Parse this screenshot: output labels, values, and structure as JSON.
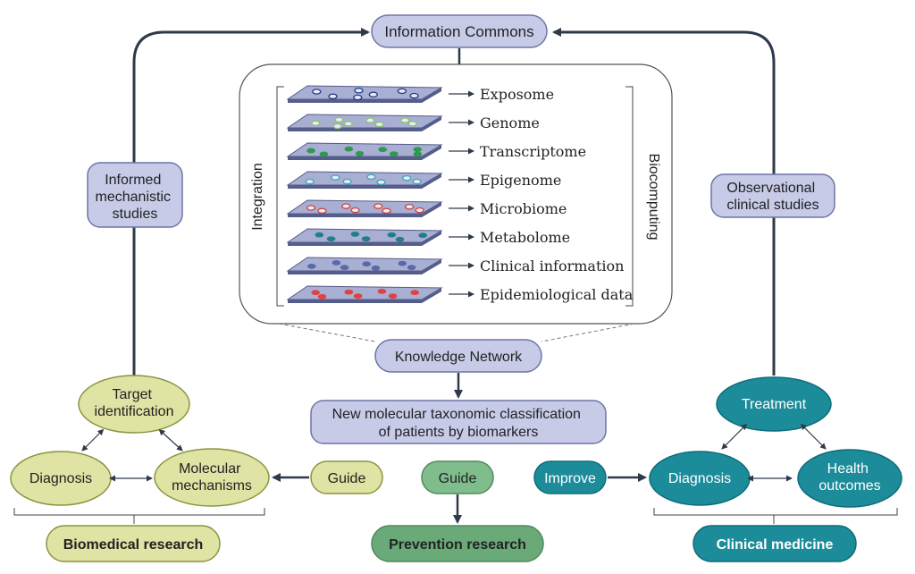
{
  "info_commons": "Information Commons",
  "informed_mechanistic": [
    "Informed",
    "mechanistic",
    "studies"
  ],
  "observational": [
    "Observational",
    "clinical studies"
  ],
  "integration": "Integration",
  "biocomputing": "Biocomputing",
  "layers": [
    {
      "label": "Exposome",
      "dot_color": "#1f3d8a",
      "fill": false
    },
    {
      "label": "Genome",
      "dot_color": "#86c46b",
      "fill": false
    },
    {
      "label": "Transcriptome",
      "dot_color": "#2e9a4c",
      "fill": true
    },
    {
      "label": "Epigenome",
      "dot_color": "#39a8b8",
      "fill": false
    },
    {
      "label": "Microbiome",
      "dot_color": "#d0423f",
      "fill": false
    },
    {
      "label": "Metabolome",
      "dot_color": "#1f7f8a",
      "fill": true
    },
    {
      "label": "Clinical information",
      "dot_color": "#5a6aa8",
      "fill": true
    },
    {
      "label": "Epidemiological data",
      "dot_color": "#e0433f",
      "fill": true
    }
  ],
  "knowledge_network": "Knowledge Network",
  "taxonomy": [
    "New molecular taxonomic classification",
    "of patients by biomarkers"
  ],
  "target": [
    "Target",
    "identification"
  ],
  "diagnosis_left": "Diagnosis",
  "molecular": [
    "Molecular",
    "mechanisms"
  ],
  "guide_left": "Guide",
  "guide_center": "Guide",
  "improve": "Improve",
  "treatment": "Treatment",
  "diagnosis_right": "Diagnosis",
  "health": [
    "Health",
    "outcomes"
  ],
  "biomedical": "Biomedical research",
  "prevention": "Prevention research",
  "clinical": "Clinical medicine",
  "colors": {
    "lavender": "#c7cbe8",
    "lavender_stroke": "#6f74a6",
    "olive_fill": "#dfe3a3",
    "olive_stroke": "#8c9440",
    "green_fill": "#7fbd8c",
    "green_dark": "#6aaa78",
    "teal": "#1c8c9a",
    "teal_stroke": "#0f6c78",
    "arrow": "#2e3a4a"
  }
}
